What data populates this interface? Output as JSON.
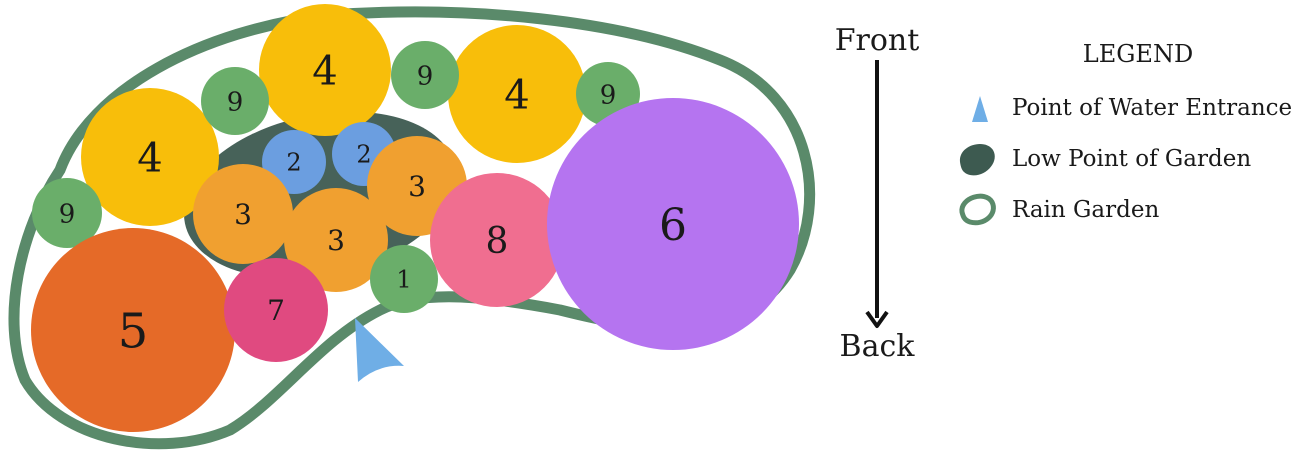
{
  "colors": {
    "garden_border": "#5a8a6a",
    "low_point": "#3d5a50",
    "water_entrance": "#6faee6",
    "plant_1": "#6aae6a",
    "plant_2": "#6b9ee0",
    "plant_3": "#f0a030",
    "plant_4": "#f8be0a",
    "plant_5": "#e56a28",
    "plant_6": "#b574f0",
    "plant_7": "#e04a80",
    "plant_8": "#f06e90",
    "plant_9": "#6aae6a"
  },
  "plants": [
    {
      "label": "4"
    },
    {
      "label": "4"
    },
    {
      "label": "4"
    },
    {
      "label": "9"
    },
    {
      "label": "9"
    },
    {
      "label": "9"
    },
    {
      "label": "9"
    },
    {
      "label": "2"
    },
    {
      "label": "2"
    },
    {
      "label": "3"
    },
    {
      "label": "3"
    },
    {
      "label": "3"
    },
    {
      "label": "1"
    },
    {
      "label": "8"
    },
    {
      "label": "6"
    },
    {
      "label": "5"
    },
    {
      "label": "7"
    }
  ],
  "orientation": {
    "front": "Front",
    "back": "Back"
  },
  "legend": {
    "title": "LEGEND",
    "items": [
      {
        "icon": "water-entrance-icon",
        "label": "Point of Water Entrance"
      },
      {
        "icon": "low-point-icon",
        "label": "Low Point of Garden"
      },
      {
        "icon": "rain-garden-icon",
        "label": "Rain Garden"
      }
    ]
  }
}
